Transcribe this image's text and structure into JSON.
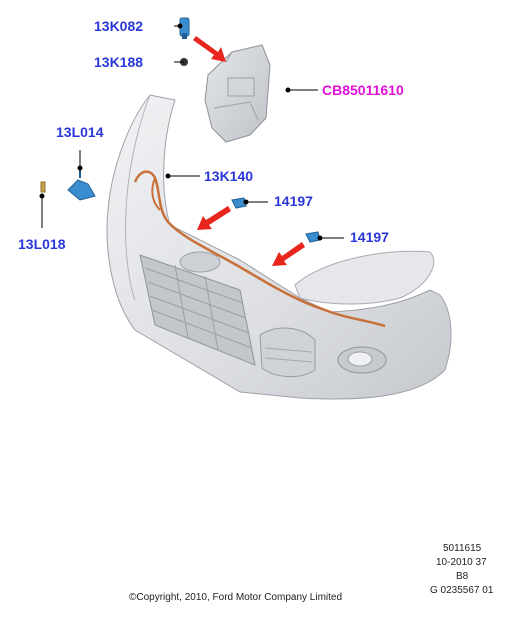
{
  "colors": {
    "label_blue": "#2a37d8",
    "label_magenta": "#e010d8",
    "arrow_red": "#e8261e",
    "part_blue": "#3a8ecf",
    "harness_orange": "#c8703a",
    "bumper_grey": "#d8dadd"
  },
  "labels": {
    "p13k082": "13K082",
    "p13k188": "13K188",
    "pcb": "CB85011610",
    "p13l014": "13L014",
    "p13k140": "13K140",
    "p14197a": "14197",
    "p14197b": "14197",
    "p13l018": "13L018"
  },
  "footer": {
    "code1": "5011615",
    "code2": "10-2010 37",
    "code3": "B8",
    "code4": "G 0235567 01",
    "copyright": "©Copyright, 2010, Ford Motor Company Limited"
  }
}
